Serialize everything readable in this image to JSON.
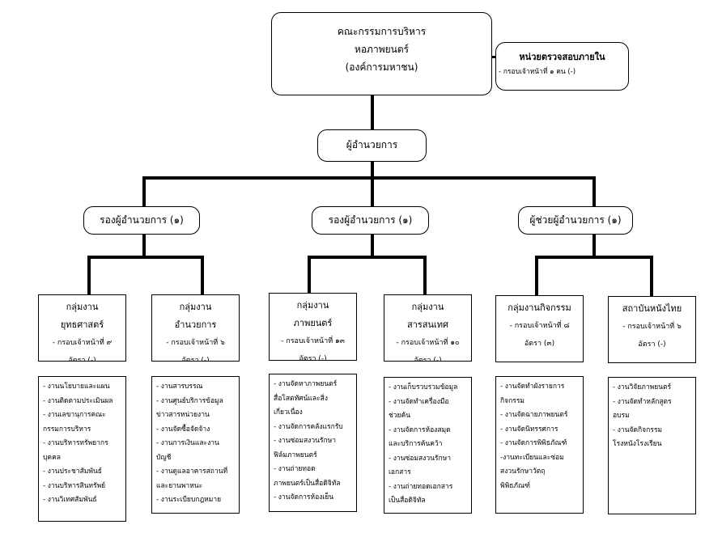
{
  "board": {
    "line1": "คณะกรรมการบริหาร",
    "line2": "หอภาพยนตร์",
    "line3": "(องค์การมหาชน)"
  },
  "audit": {
    "title": "หน่วยตรวจสอบภายใน",
    "staff": "- กรอบเจ้าหน้าที่ ๑ คน (-)"
  },
  "director": "ผู้อำนวยการ",
  "deputies": [
    "รองผู้อำนวยการ (๑)",
    "รองผู้อำนวยการ (๑)",
    "ผู้ช่วยผู้อำนวยการ (๑)"
  ],
  "groups": [
    {
      "title1": "กลุ่มงาน",
      "title2": "ยุทธศาสตร์",
      "staff": "- กรอบเจ้าหน้าที่ ๙",
      "rate": "อัตรา (-)",
      "tasks": [
        "- งานนโยบายและแผน",
        "- งานติดตามประเมินผล",
        "- งานเลขานุการคณะ",
        "กรรมการบริหาร",
        "- งานบริหารทรัพยากร",
        "บุคคล",
        "- งานประชาสัมพันธ์",
        "- งานบริหารสินทรัพย์",
        "- งานวิเทศสัมพันธ์"
      ]
    },
    {
      "title1": "กลุ่มงาน",
      "title2": "อำนวยการ",
      "staff": "- กรอบเจ้าหน้าที่ ๖",
      "rate": "อัตรา (-)",
      "tasks": [
        "- งานสารบรรณ",
        "- งานศูนย์บริการข้อมูล",
        "ข่าวสารหน่วยงาน",
        "- งานจัดซื้อจัดจ้าง",
        "- งานการเงินและงาน",
        "บัญชี",
        "- งานดูแลอาคารสถานที่",
        "และยานพาหนะ",
        "- งานระเบียบกฎหมาย"
      ]
    },
    {
      "title1": "กลุ่มงาน",
      "title2": "ภาพยนตร์",
      "staff": "- กรอบเจ้าหน้าที่ ๑๓",
      "rate": "อัตรา (-)",
      "tasks": [
        "- งานจัดหาภาพยนตร์",
        "สื่อโสตทัศน์และสิ่ง",
        "เกี่ยวเนื่อง",
        "- งานจัดการคลังแรกรับ",
        "- งานซ่อมสงวนรักษา",
        "ฟิล์มภาพยนตร์",
        "- งานถ่ายทอด",
        "ภาพยนตร์เป็นสื่อดิจิทัล",
        "- งานจัดการห้องเย็น"
      ]
    },
    {
      "title1": "กลุ่มงาน",
      "title2": "สารสนเทศ",
      "staff": "- กรอบเจ้าหน้าที่ ๑๐",
      "rate": "อัตรา (-)",
      "tasks": [
        "- งานเก็บรวบรวมข้อมูล",
        "- งานจัดทำเครื่องมือ",
        "ช่วยค้น",
        "- งานจัดการห้องสมุด",
        "และบริการค้นคว้า",
        "- งานซ่อมสงวนรักษา",
        "เอกสาร",
        "- งานถ่ายทอดเอกสาร",
        "เป็นสื่อดิจิทัล"
      ]
    },
    {
      "title1": "กลุ่มงานกิจกรรม",
      "title2": "",
      "staff": "- กรอบเจ้าหน้าที่ ๘",
      "rate": "อัตรา (๓)",
      "tasks": [
        "- งานจัดทำผังรายการ",
        "กิจกรรม",
        "- งานจัดฉายภาพยนตร์",
        "- งานจัดนิทรรศการ",
        "- งานจัดการพิพิธภัณฑ์",
        "-งานทะเบียนและซ่อม",
        "สงวนรักษาวัตถุ",
        "พิพิธภัณฑ์"
      ]
    },
    {
      "title1": "สถาบันหนังไทย",
      "title2": "",
      "staff": "- กรอบเจ้าหน้าที่ ๖",
      "rate": "อัตรา (-)",
      "tasks": [
        "- งานวิจัยภาพยนตร์",
        "- งานจัดทำหลักสูตร",
        "อบรม",
        "- งานจัดกิจกรรม",
        "โรงหนังโรงเรียน"
      ]
    }
  ]
}
